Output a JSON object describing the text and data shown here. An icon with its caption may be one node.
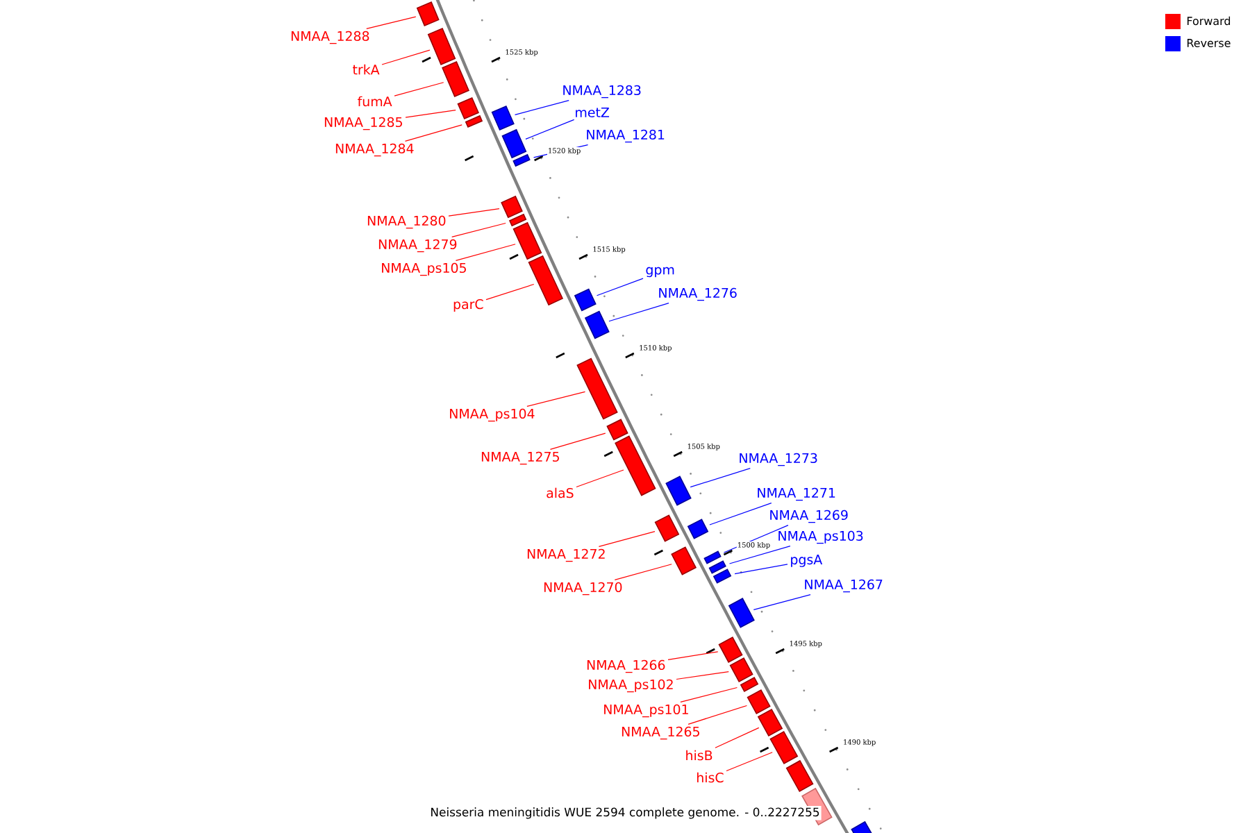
{
  "diagram": {
    "caption": "Neisseria meningitidis WUE 2594 complete genome. - 0..2227255",
    "nodes": [
      {
        "text": [
          "NMAA_1288"
        ]
      },
      {
        "text": [],
        "shape": "bar"
      },
      {
        "text": [
          "trkA"
        ]
      },
      {
        "text": [],
        "shape": "bar"
      },
      {
        "text": [
          "fumA"
        ]
      },
      {
        "text": [],
        "shape": "bar"
      },
      {
        "text": [
          "NMAA_1285"
        ]
      },
      {
        "text": [],
        "shape": "bar"
      },
      {
        "text": [
          "NMAA_1283"
        ]
      },
      {
        "text": [],
        "shape": "bar"
      },
      {
        "text": [
          "NMAA_1284"
        ]
      },
      {
        "text": [],
        "shape": "bar"
      },
      {
        "text": [
          "metZ"
        ]
      },
      {
        "text": [],
        "shape": "bar"
      },
      {
        "text": [
          "NMAA_1281"
        ]
      },
      {
        "text": [],
        "shape": "bar"
      },
      {
        "text": [
          "NMAA_1280"
        ]
      },
      {
        "text": [],
        "shape": "bar"
      },
      {
        "text": [
          "NMAA_1279"
        ]
      },
      {
        "text": [],
        "shape": "bar"
      },
      {
        "text": [
          "NMAA_ps105"
        ]
      },
      {
        "text": [],
        "shape": "bar"
      },
      {
        "text": [
          "parC"
        ]
      },
      {
        "text": [],
        "shape": "bar"
      },
      {
        "text": [
          "gpm"
        ]
      },
      {
        "text": [],
        "shape": "bar"
      },
      {
        "text": [
          "NMAA_1276"
        ]
      },
      {
        "text": [],
        "shape": "bar"
      },
      {
        "text": [
          "NMAA_ps104"
        ]
      },
      {
        "text": [],
        "shape": "bar"
      },
      {
        "text": [
          "NMAA_1275"
        ]
      },
      {
        "text": [],
        "shape": "bar"
      },
      {
        "text": [
          "alaS"
        ]
      },
      {
        "text": [],
        "shape": "bar"
      },
      {
        "text": [
          "NMAA_1273"
        ]
      },
      {
        "text": [],
        "shape": "bar"
      },
      {
        "text": [
          "NMAA_1272"
        ]
      },
      {
        "text": [],
        "shape": "bar"
      },
      {
        "text": [
          "NMAA_1271"
        ]
      },
      {
        "text": [],
        "shape": "bar"
      },
      {
        "text": [
          "NMAA_1270"
        ]
      },
      {
        "text": [],
        "shape": "bar"
      },
      {
        "text": [
          "NMAA_1269"
        ]
      },
      {
        "text": [],
        "shape": "bar"
      },
      {
        "text": [
          "NMAA_ps103"
        ]
      },
      {
        "text": [],
        "shape": "bar"
      },
      {
        "text": [
          "pgsA"
        ]
      },
      {
        "text": [],
        "shape": "bar"
      },
      {
        "text": [
          "NMAA_1267"
        ]
      },
      {
        "text": [],
        "shape": "bar"
      },
      {
        "text": [
          "NMAA_1266"
        ]
      },
      {
        "text": [],
        "shape": "bar"
      },
      {
        "text": [
          "NMAA_ps102"
        ]
      },
      {
        "text": [],
        "shape": "bar"
      },
      {
        "text": [
          "NMAA_ps101"
        ]
      },
      {
        "text": [],
        "shape": "bar"
      },
      {
        "text": [
          "NMAA_1265"
        ]
      },
      {
        "text": [],
        "shape": "bar"
      },
      {
        "text": [
          "hisB"
        ]
      },
      {
        "text": [],
        "shape": "bar"
      },
      {
        "text": [
          "hisC"
        ]
      },
      {
        "text": [],
        "shape": "bar"
      },
      {
        "text": [],
        "shape": "bar"
      },
      {
        "text": [],
        "shape": "bar"
      },
      {
        "text": [],
        "shape": "bar"
      }
    ],
    "edges": [
      {
        "from": 0,
        "to": 1,
        "arrow": "none"
      },
      {
        "from": 2,
        "to": 3,
        "arrow": "none"
      },
      {
        "from": 4,
        "to": 5,
        "arrow": "none"
      },
      {
        "from": 6,
        "to": 7,
        "arrow": "none"
      },
      {
        "from": 8,
        "to": 9,
        "arrow": "none",
        "color": "#0000ff"
      },
      {
        "from": 10,
        "to": 11,
        "arrow": "none"
      },
      {
        "from": 12,
        "to": 13,
        "arrow": "none",
        "color": "#0000ff"
      },
      {
        "from": 14,
        "to": 15,
        "arrow": "none",
        "color": "#0000ff"
      },
      {
        "from": 16,
        "to": 17,
        "arrow": "none"
      },
      {
        "from": 18,
        "to": 19,
        "arrow": "none"
      },
      {
        "from": 20,
        "to": 21,
        "arrow": "none"
      },
      {
        "from": 22,
        "to": 23,
        "arrow": "none"
      },
      {
        "from": 24,
        "to": 25,
        "arrow": "none",
        "color": "#0000ff"
      },
      {
        "from": 26,
        "to": 27,
        "arrow": "none",
        "color": "#0000ff"
      },
      {
        "from": 28,
        "to": 29,
        "arrow": "none"
      },
      {
        "from": 30,
        "to": 31,
        "arrow": "none"
      },
      {
        "from": 32,
        "to": 33,
        "arrow": "none"
      },
      {
        "from": 34,
        "to": 35,
        "arrow": "none",
        "color": "#0000ff"
      },
      {
        "from": 36,
        "to": 37,
        "arrow": "none"
      },
      {
        "from": 38,
        "to": 39,
        "arrow": "none",
        "color": "#0000ff"
      },
      {
        "from": 40,
        "to": 41,
        "arrow": "none"
      },
      {
        "from": 42,
        "to": 43,
        "arrow": "none",
        "color": "#0000ff"
      },
      {
        "from": 44,
        "to": 45,
        "arrow": "none",
        "color": "#0000ff"
      },
      {
        "from": 46,
        "to": 47,
        "arrow": "none",
        "color": "#0000ff"
      },
      {
        "from": 48,
        "to": 49,
        "arrow": "none",
        "color": "#0000ff"
      },
      {
        "from": 50,
        "to": 51,
        "arrow": "none"
      },
      {
        "from": 52,
        "to": 53,
        "arrow": "none"
      },
      {
        "from": 54,
        "to": 55,
        "arrow": "none"
      },
      {
        "from": 56,
        "to": 57,
        "arrow": "none"
      },
      {
        "from": 58,
        "to": 59,
        "arrow": "none"
      },
      {
        "from": 60,
        "to": 61,
        "arrow": "none"
      }
    ],
    "labels": [
      "1525 kbp",
      "1520 kbp",
      "1515 kbp",
      "1510 kbp",
      "1505 kbp",
      "1500 kbp",
      "1495 kbp",
      "1490 kbp"
    ],
    "legend": [
      {
        "text": "Forward",
        "color": "#ff0000"
      },
      {
        "text": "Reverse",
        "color": "#0000ff"
      }
    ]
  }
}
